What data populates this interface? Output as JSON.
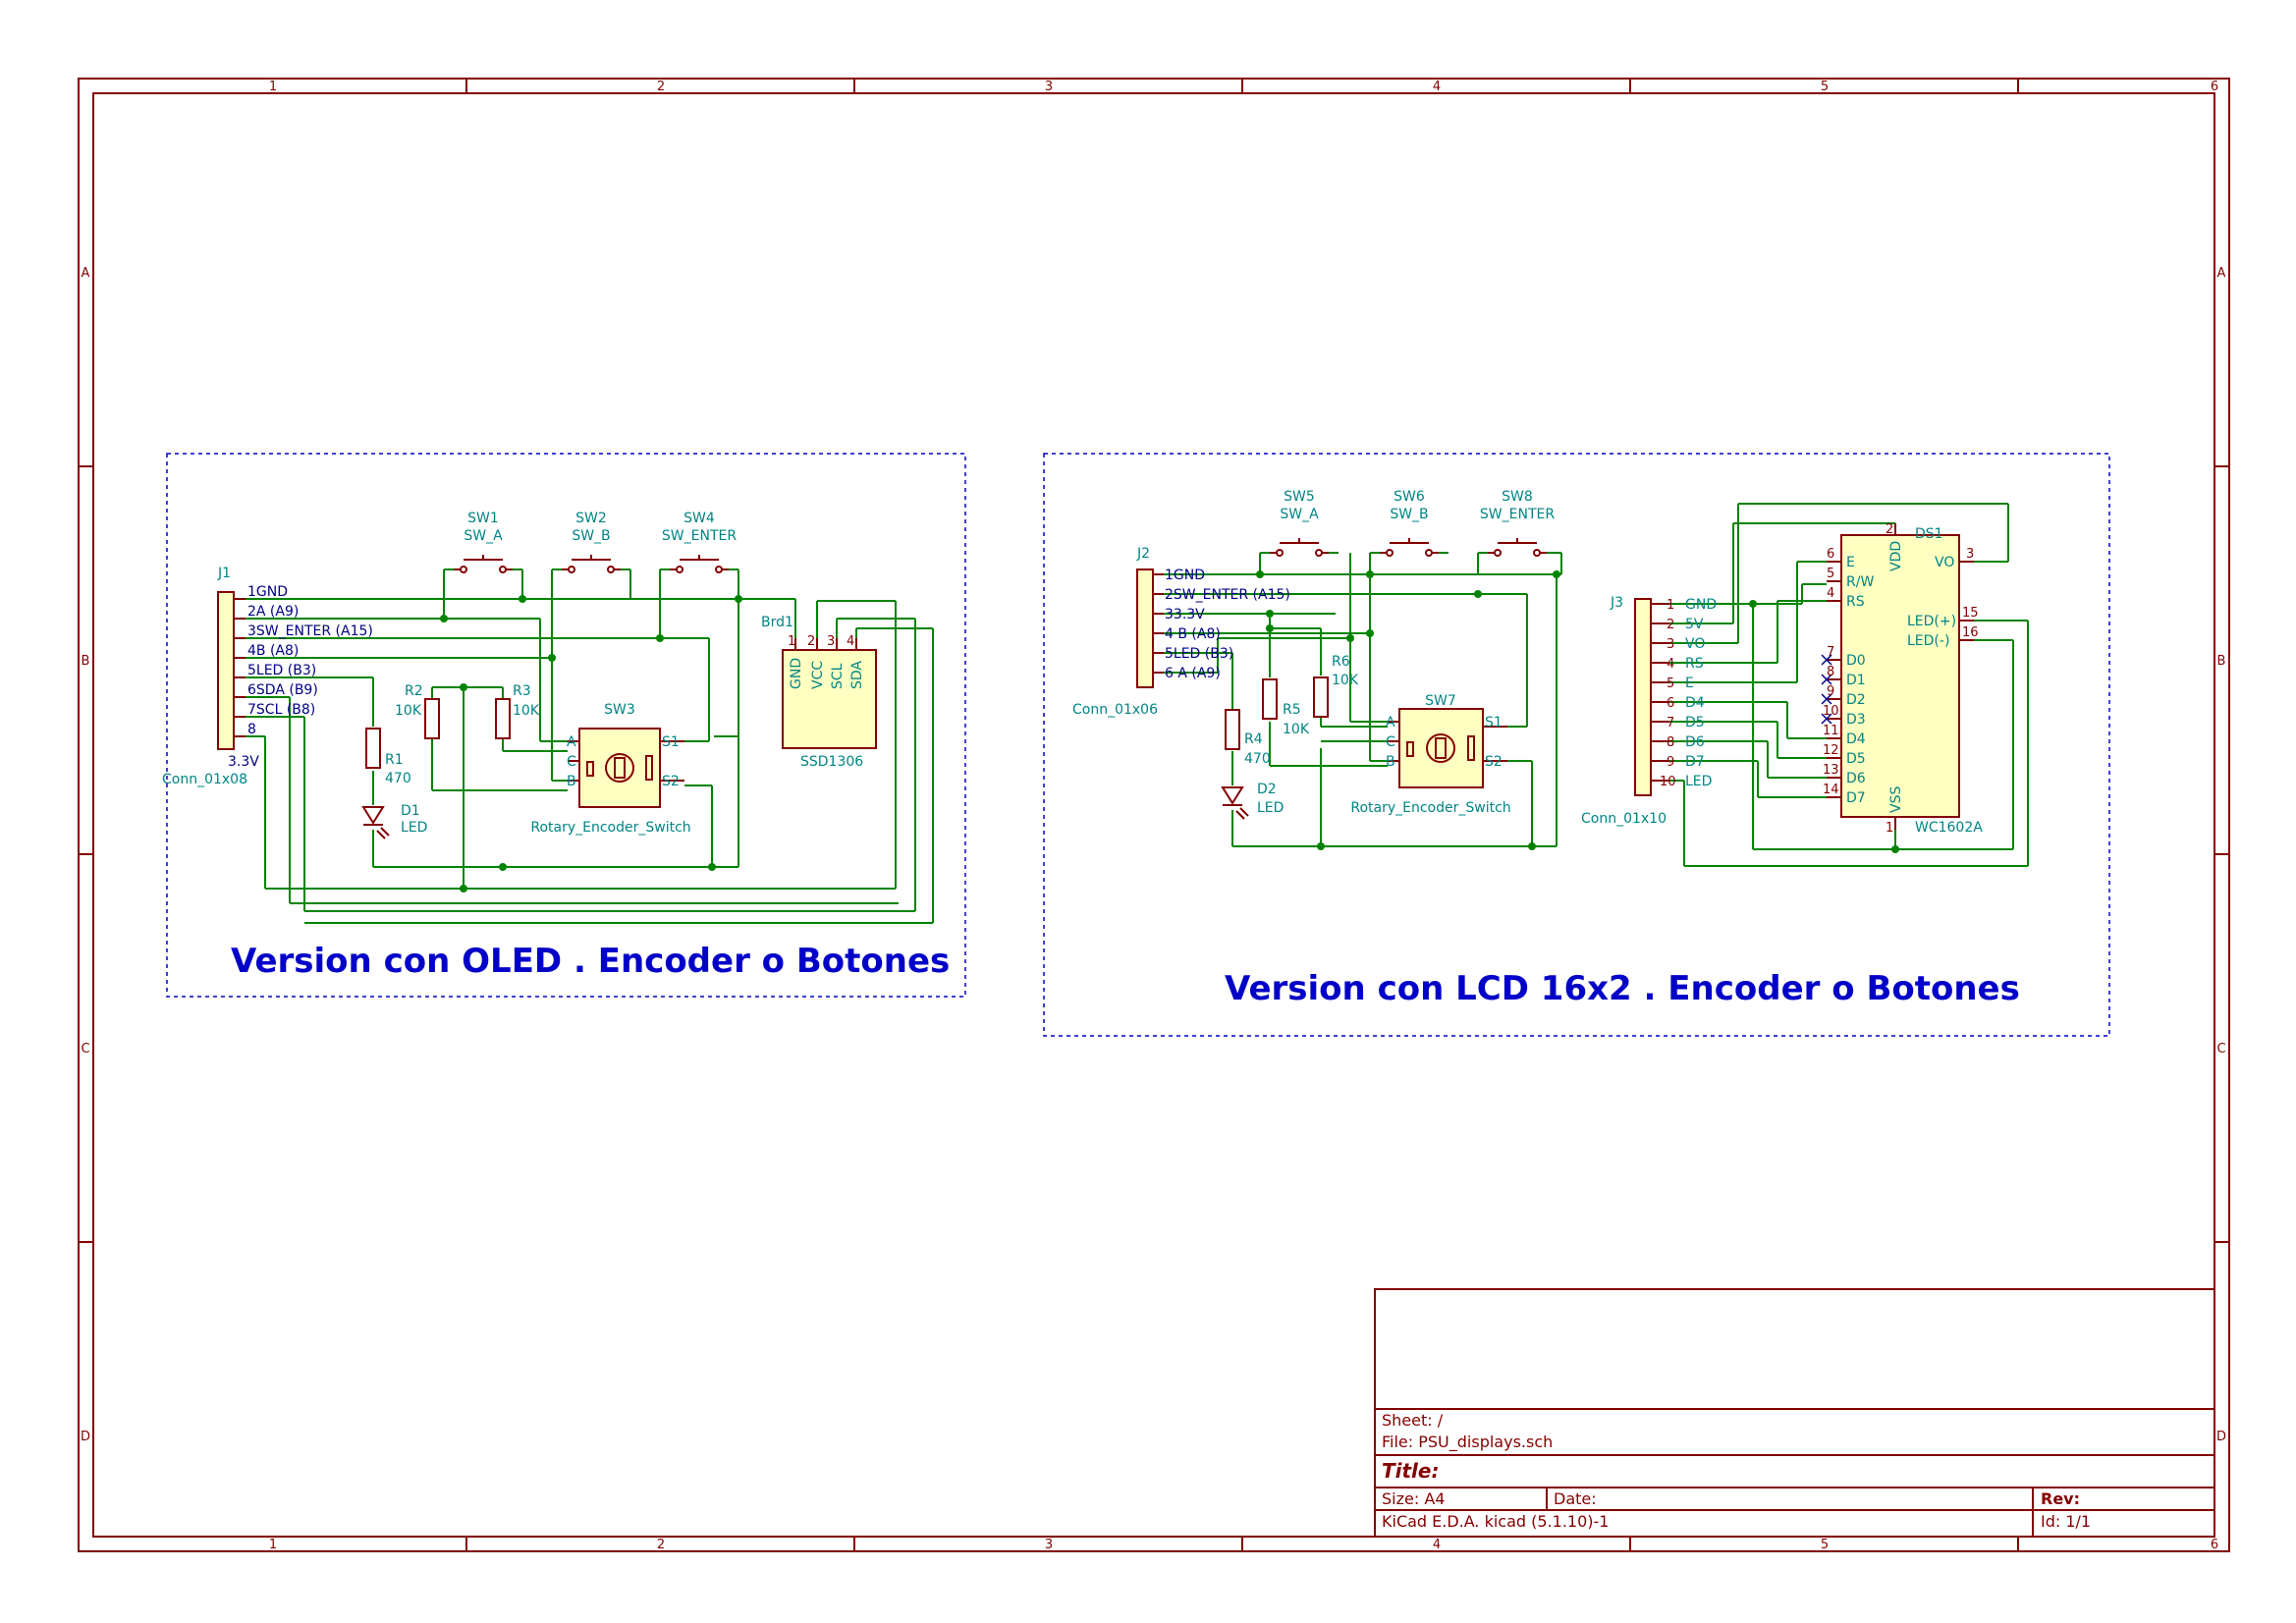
{
  "frame": {
    "cols": [
      "1",
      "2",
      "3",
      "4",
      "5",
      "6"
    ],
    "rows": [
      "A",
      "B",
      "C",
      "D"
    ]
  },
  "notes": {
    "oled": "Version con OLED . Encoder o Botones",
    "lcd": "Version con LCD 16x2 . Encoder o Botones"
  },
  "j1": {
    "ref": "J1",
    "value": "Conn_01x08",
    "pins": [
      "1GND",
      "2A (A9)",
      "3SW_ENTER (A15)",
      "4B (A8)",
      "5LED (B3)",
      "6SDA (B9)",
      "7SCL (B8)",
      "8"
    ],
    "extra": "3.3V"
  },
  "sw1": {
    "ref": "SW1",
    "value": "SW_A"
  },
  "sw2": {
    "ref": "SW2",
    "value": "SW_B"
  },
  "sw4": {
    "ref": "SW4",
    "value": "SW_ENTER"
  },
  "sw3": {
    "ref": "SW3",
    "value": "Rotary_Encoder_Switch",
    "pins": [
      "A",
      "C",
      "B",
      "S1",
      "S2"
    ]
  },
  "r1": {
    "ref": "R1",
    "value": "470"
  },
  "r2": {
    "ref": "R2",
    "value": "10K"
  },
  "r3": {
    "ref": "R3",
    "value": "10K"
  },
  "d1": {
    "ref": "D1",
    "value": "LED"
  },
  "brd1": {
    "ref": "Brd1",
    "value": "SSD1306",
    "pins": [
      "GND",
      "VCC",
      "SCL",
      "SDA"
    ],
    "nums": [
      "1",
      "2",
      "3",
      "4"
    ]
  },
  "j2": {
    "ref": "J2",
    "value": "Conn_01x06",
    "pins": [
      "1GND",
      "2SW_ENTER (A15)",
      "33.3V",
      "4  B (A8)",
      "5LED (B3)",
      "6  A (A9)"
    ]
  },
  "sw5": {
    "ref": "SW5",
    "value": "SW_A"
  },
  "sw6": {
    "ref": "SW6",
    "value": "SW_B"
  },
  "sw8": {
    "ref": "SW8",
    "value": "SW_ENTER"
  },
  "sw7": {
    "ref": "SW7",
    "value": "Rotary_Encoder_Switch",
    "pins": [
      "A",
      "C",
      "B",
      "S1",
      "S2"
    ]
  },
  "r4": {
    "ref": "R4",
    "value": "470"
  },
  "r5": {
    "ref": "R5",
    "value": "10K"
  },
  "r6": {
    "ref": "R6",
    "value": "10K"
  },
  "d2": {
    "ref": "D2",
    "value": "LED"
  },
  "j3": {
    "ref": "J3",
    "value": "Conn_01x10",
    "nums": [
      "1",
      "2",
      "3",
      "4",
      "5",
      "6",
      "7",
      "8",
      "9",
      "10"
    ],
    "names": [
      "GND",
      "5V",
      "VO",
      "RS",
      "E",
      "D4",
      "D5",
      "D6",
      "D7",
      "LED"
    ]
  },
  "ds1": {
    "ref": "DS1",
    "value": "WC1602A",
    "left_names": [
      "E",
      "R/W",
      "RS",
      "D0",
      "D1",
      "D2",
      "D3",
      "D4",
      "D5",
      "D6",
      "D7"
    ],
    "left_nums": [
      "6",
      "5",
      "4",
      "7",
      "8",
      "9",
      "10",
      "11",
      "12",
      "13",
      "14"
    ],
    "top": "VDD",
    "top_num": "2",
    "bottom": "VSS",
    "bottom_num": "1",
    "right_names": [
      "VO",
      "LED(+)",
      "LED(-)"
    ],
    "right_nums": [
      "3",
      "15",
      "16"
    ]
  },
  "title_block": {
    "sheet": "Sheet: /",
    "file": "File: PSU_displays.sch",
    "title": "Title:",
    "size": "Size: A4",
    "date": "Date:",
    "rev": "Rev:",
    "tool": "KiCad E.D.A.  kicad (5.1.10)-1",
    "id": "Id: 1/1"
  }
}
